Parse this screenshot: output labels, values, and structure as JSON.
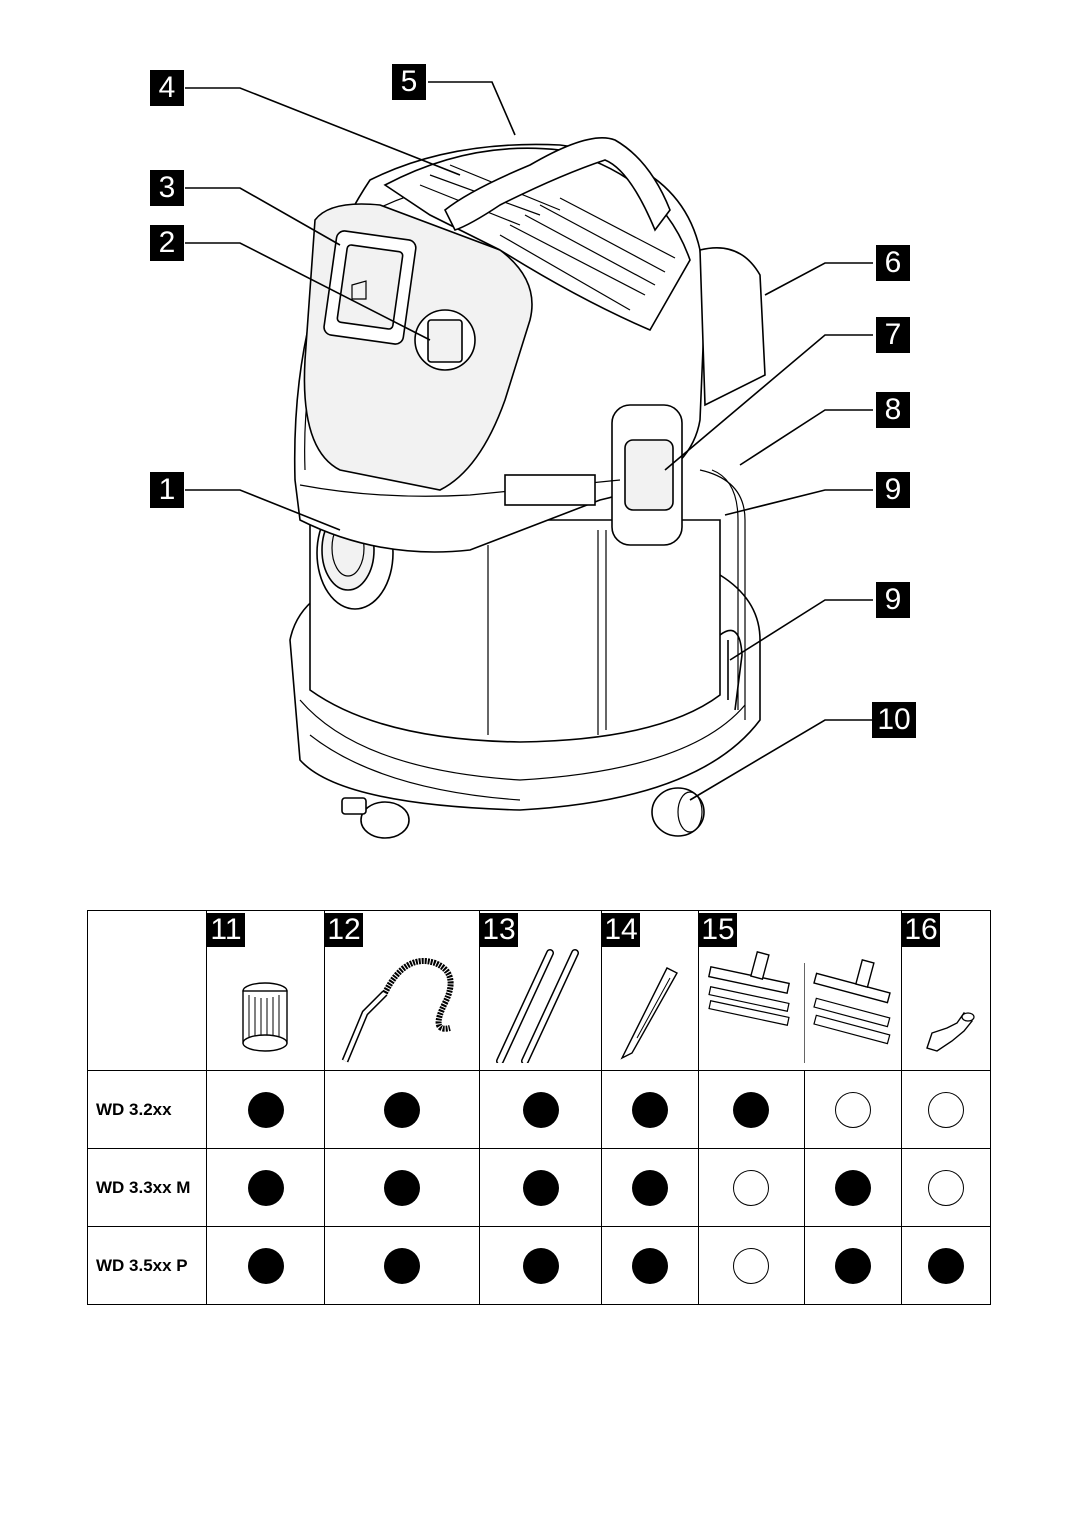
{
  "callouts": [
    "4",
    "5",
    "3",
    "2",
    "6",
    "7",
    "8",
    "1",
    "9",
    "9",
    "10"
  ],
  "table": {
    "columns": [
      "11",
      "12",
      "13",
      "14",
      "15",
      "16"
    ],
    "column_icons": [
      "cartridge-filter-icon",
      "suction-hose-icon",
      "suction-tubes-icon",
      "crevice-nozzle-icon",
      "floor-nozzle-icon",
      "floor-nozzle-with-inserts-icon",
      "adapter-icon"
    ],
    "rows": [
      {
        "label": "WD 3.2xx",
        "values": [
          true,
          true,
          true,
          true,
          true,
          false,
          false
        ]
      },
      {
        "label": "WD 3.3xx M",
        "values": [
          true,
          true,
          true,
          true,
          false,
          true,
          false
        ]
      },
      {
        "label": "WD 3.5xx P",
        "values": [
          true,
          true,
          true,
          true,
          false,
          true,
          true
        ]
      }
    ]
  }
}
